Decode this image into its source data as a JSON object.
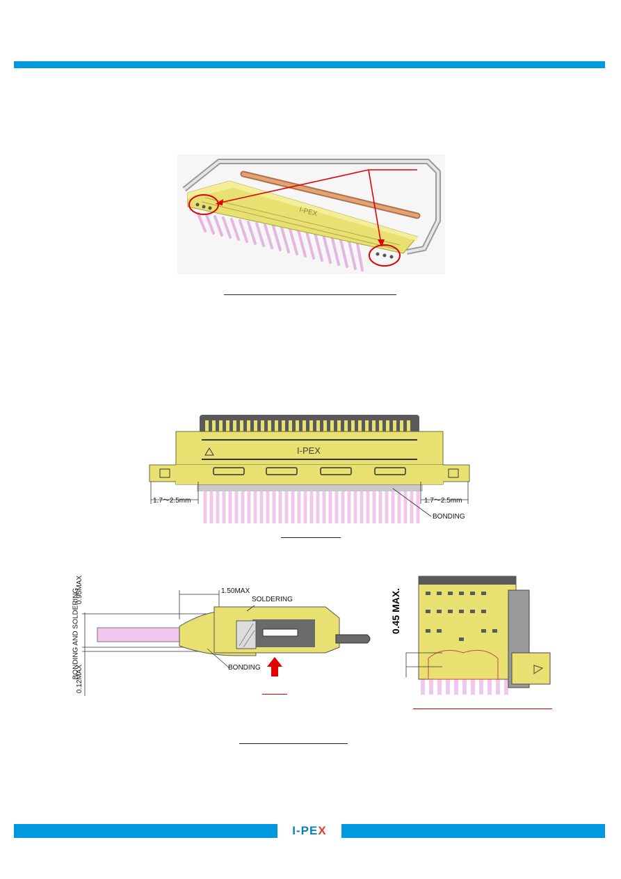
{
  "brand": {
    "name": "I-PEX",
    "primary_color": "#0098e0",
    "accent_color": "#e53a2e",
    "logo_prefix": "I-PE",
    "logo_x": "X"
  },
  "figure1": {
    "callout_color": "#e00000",
    "connector_color": "#e8e070",
    "cable_color": "#f0c8ec",
    "bar_color": "#d0946a"
  },
  "figure2": {
    "dim_left": "1.7～2.5mm",
    "dim_right": "1.7～2.5mm",
    "bonding_label": "BONDING",
    "connector_label": "I-PEX"
  },
  "figure3a": {
    "dim_top": "1.50MAX",
    "soldering_label": "SOLDERING",
    "bonding_label": "BONDING",
    "vertical_label": "BONDING AND SOLDERING",
    "max_upper": "0.95MAX",
    "max_lower": "0.12MAX"
  },
  "figure3b": {
    "max_label": "0.45 MAX."
  }
}
